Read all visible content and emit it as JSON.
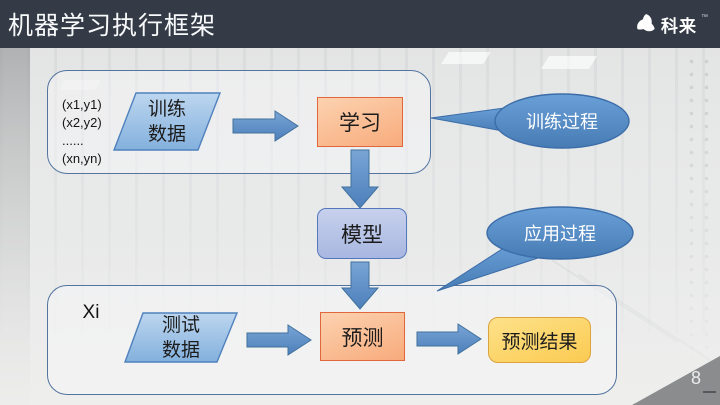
{
  "header": {
    "title": "机器学习执行框架",
    "logo_text": "科来",
    "logo_mark": "™"
  },
  "footer": {
    "page_number": "8"
  },
  "colors": {
    "header_bg": "#343b46",
    "accent_blue": "#4f81bd",
    "accent_orange": "#e0673c",
    "callout_blue": "#5b93ce",
    "result_yellow": "#fbcb52",
    "model_fill": "#a8b7e1"
  },
  "diagram": {
    "training_samples": {
      "line1": "(x1,y1)",
      "line2": "(x2,y2)",
      "line3": "......",
      "line4": "(xn,yn)"
    },
    "training_data": {
      "line1": "训练",
      "line2": "数据"
    },
    "learn_label": "学习",
    "training_process_label": "训练过程",
    "model_label": "模型",
    "apply_process_label": "应用过程",
    "test_input_label": "Xi",
    "test_data": {
      "line1": "测试",
      "line2": "数据"
    },
    "predict_label": "预测",
    "predict_result_label": "预测结果"
  }
}
